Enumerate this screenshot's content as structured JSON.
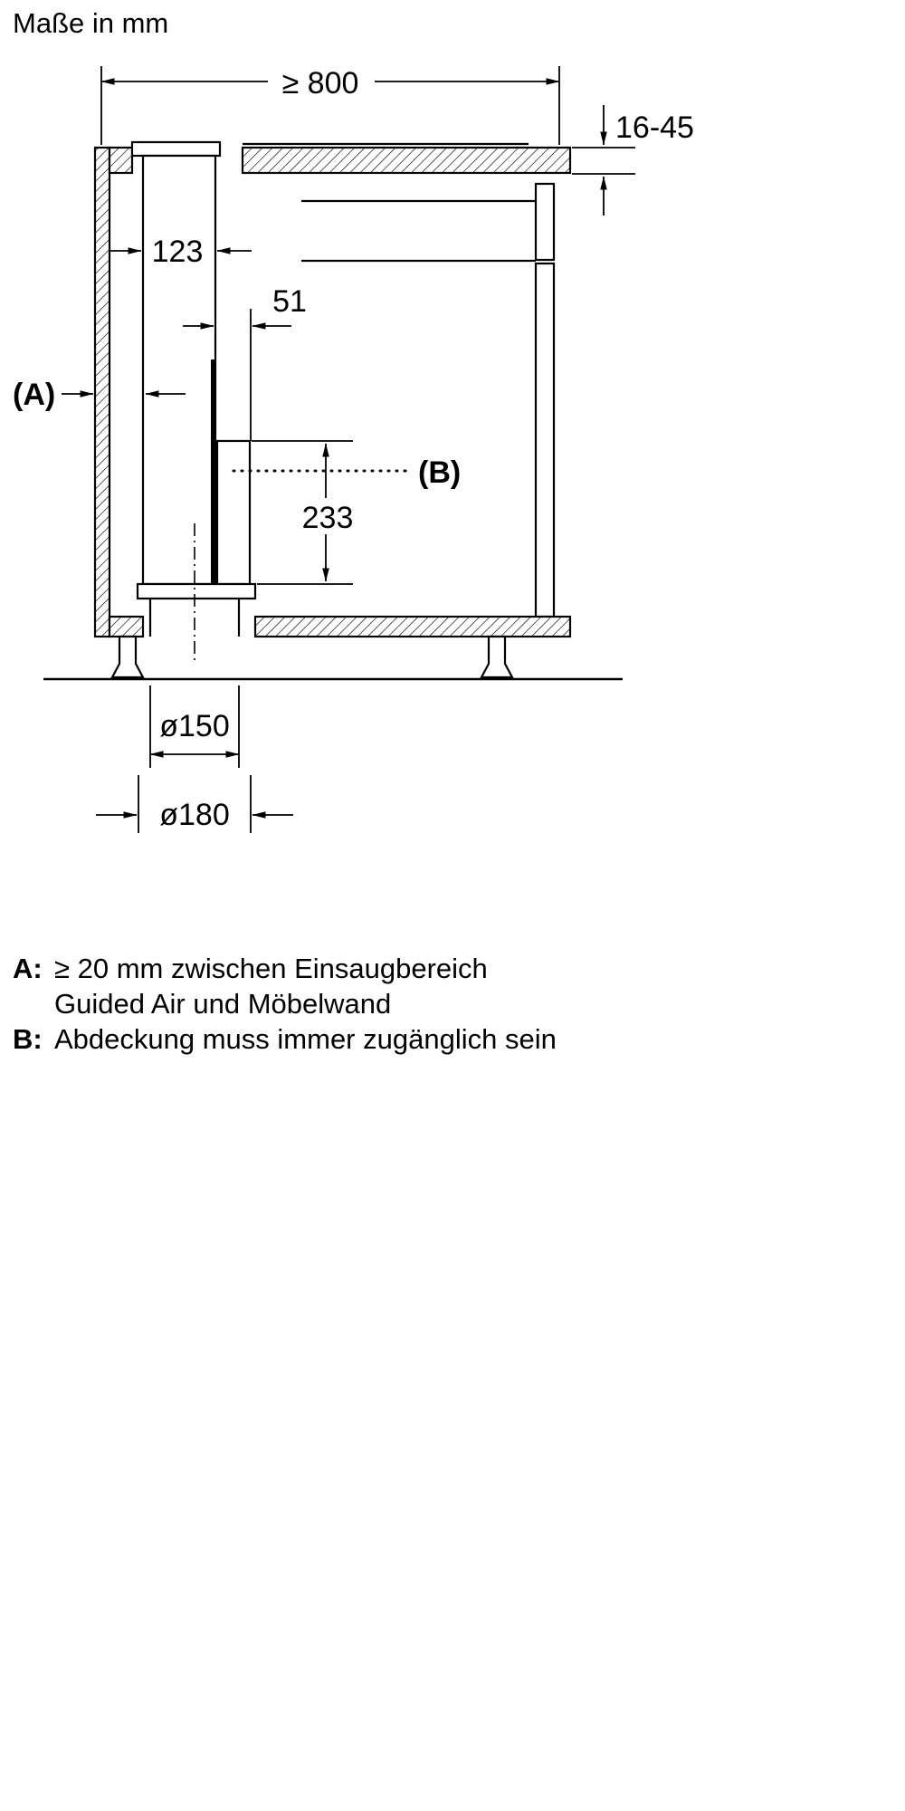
{
  "title": "Maße in mm",
  "dims": {
    "width": "≥ 800",
    "worktop_thickness": "16-45",
    "duct_width": "123",
    "cover_offset": "51",
    "label_a": "(A)",
    "label_b": "(B)",
    "cover_height": "233",
    "dia_inner": "ø150",
    "dia_outer": "ø180"
  },
  "notes": {
    "a_key": "A:",
    "a_line1": "≥ 20 mm zwischen Einsaugbereich",
    "a_line2": "Guided Air und Möbelwand",
    "b_key": "B:",
    "b_line1": "Abdeckung muss immer zugänglich sein"
  }
}
